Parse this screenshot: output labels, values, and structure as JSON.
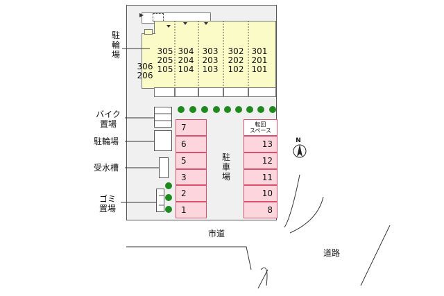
{
  "labels": {
    "bicycle_parking_top": "駐\n輪\n場",
    "bike_storage": "バイク\n置場",
    "bicycle_parking": "駐輪場",
    "water_tank": "受水槽",
    "garbage": "ゴミ\n置場",
    "car_parking": "駐\n車\n場",
    "turnaround": "転回\nスペース",
    "city_road": "市道",
    "road": "道路",
    "north": "N"
  },
  "building": {
    "columns": [
      {
        "units": [
          "305",
          "205",
          "105"
        ]
      },
      {
        "units": [
          "304",
          "204",
          "104"
        ]
      },
      {
        "units": [
          "303",
          "203",
          "103"
        ]
      },
      {
        "units": [
          "302",
          "202",
          "102"
        ]
      },
      {
        "units": [
          "301",
          "201",
          "101"
        ]
      }
    ],
    "extra_units": [
      "306",
      "206"
    ]
  },
  "parking_left": [
    "7",
    "6",
    "5",
    "3",
    "2",
    "1"
  ],
  "parking_right": [
    "13",
    "12",
    "11",
    "10",
    "8"
  ],
  "colors": {
    "building_fill": "#fbfbc8",
    "parking_fill": "#fcd5dd",
    "parking_border": "#d8506a",
    "tree": "#1e8a1e",
    "lot_fill": "#f0f0f0"
  }
}
